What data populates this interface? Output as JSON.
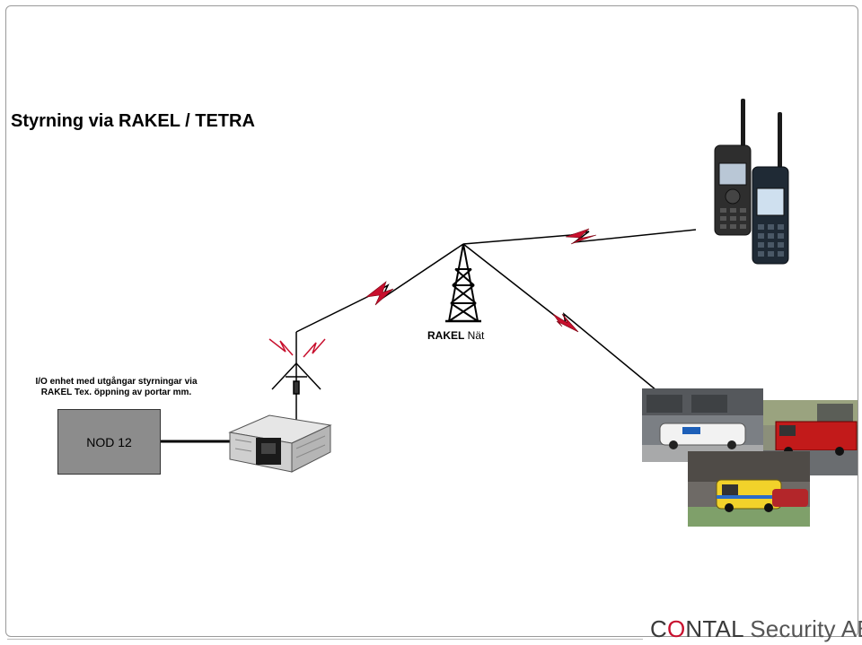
{
  "title": "Styrning via RAKEL / TETRA",
  "io_label_line1": "I/O enhet med utgångar styrningar via",
  "io_label_line2": "RAKEL Tex. öppning av portar mm.",
  "nod_label": "NOD 12",
  "tower_label_bold": "RAKEL",
  "tower_label_rest": " Nät",
  "logo": {
    "c": "C",
    "o": "O",
    "rest": "NTAL",
    "security": " Security AB"
  },
  "colors": {
    "lightning": "#c8102e",
    "link": "#000000",
    "nod_fill": "#8c8c8c"
  }
}
